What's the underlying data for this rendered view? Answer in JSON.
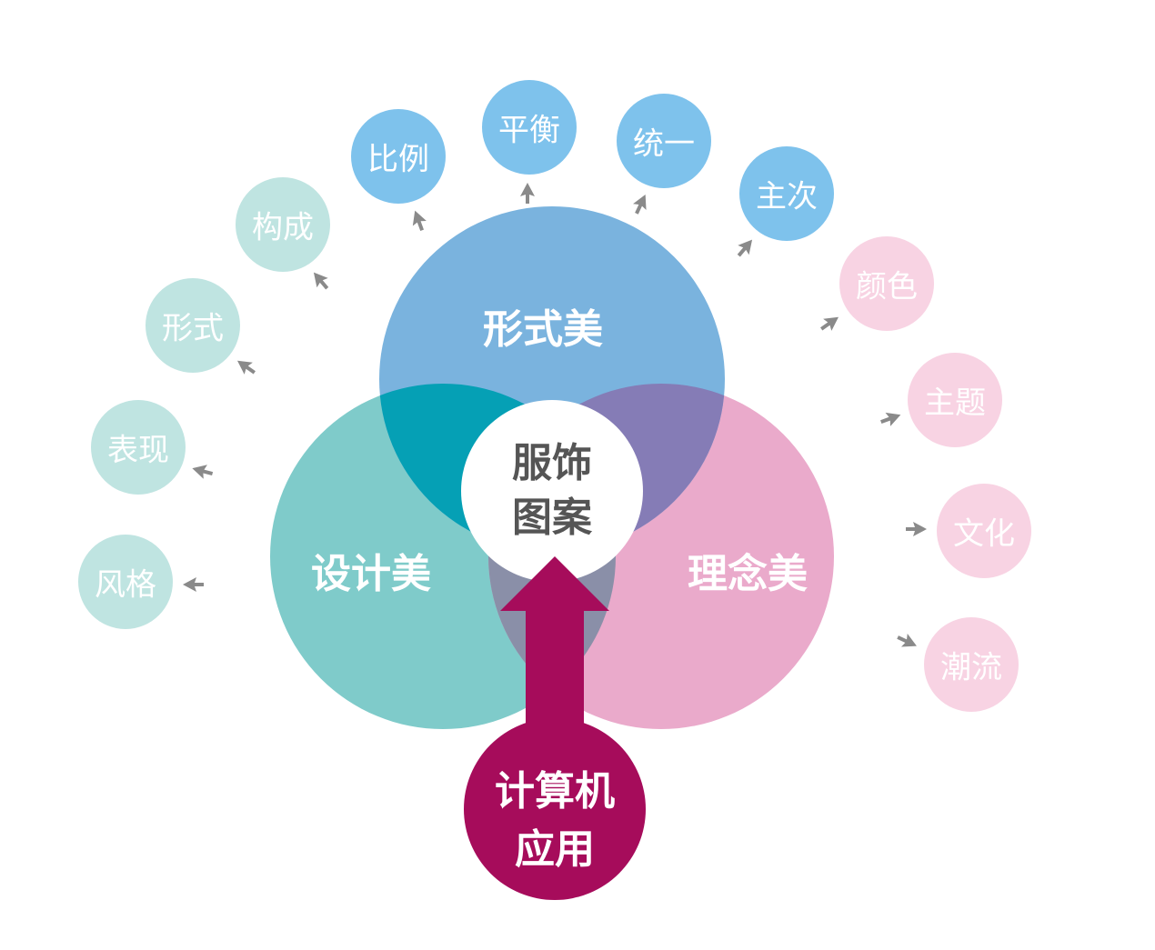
{
  "colors": {
    "form": "#7ab3de",
    "design": "#7fcbca",
    "concept": "#eaaacb",
    "form_design": "#05a0b5",
    "form_concept": "#857cb6",
    "design_concept": "#8a8fa8",
    "computer": "#a60c5b",
    "blue_small": "#7ec2ec",
    "teal_small": "#bfe4e1",
    "pink_small": "#f8d3e3",
    "arrow": "#8a8a8a"
  },
  "center": {
    "line1": "服饰",
    "line2": "图案"
  },
  "main": {
    "form": "形式美",
    "design": "设计美",
    "concept": "理念美"
  },
  "computer": {
    "line1": "计算机",
    "line2": "应用"
  },
  "form_items": [
    "比例",
    "平衡",
    "统一",
    "主次"
  ],
  "design_items": [
    "构成",
    "形式",
    "表现",
    "风格"
  ],
  "concept_items": [
    "颜色",
    "主题",
    "文化",
    "潮流"
  ]
}
